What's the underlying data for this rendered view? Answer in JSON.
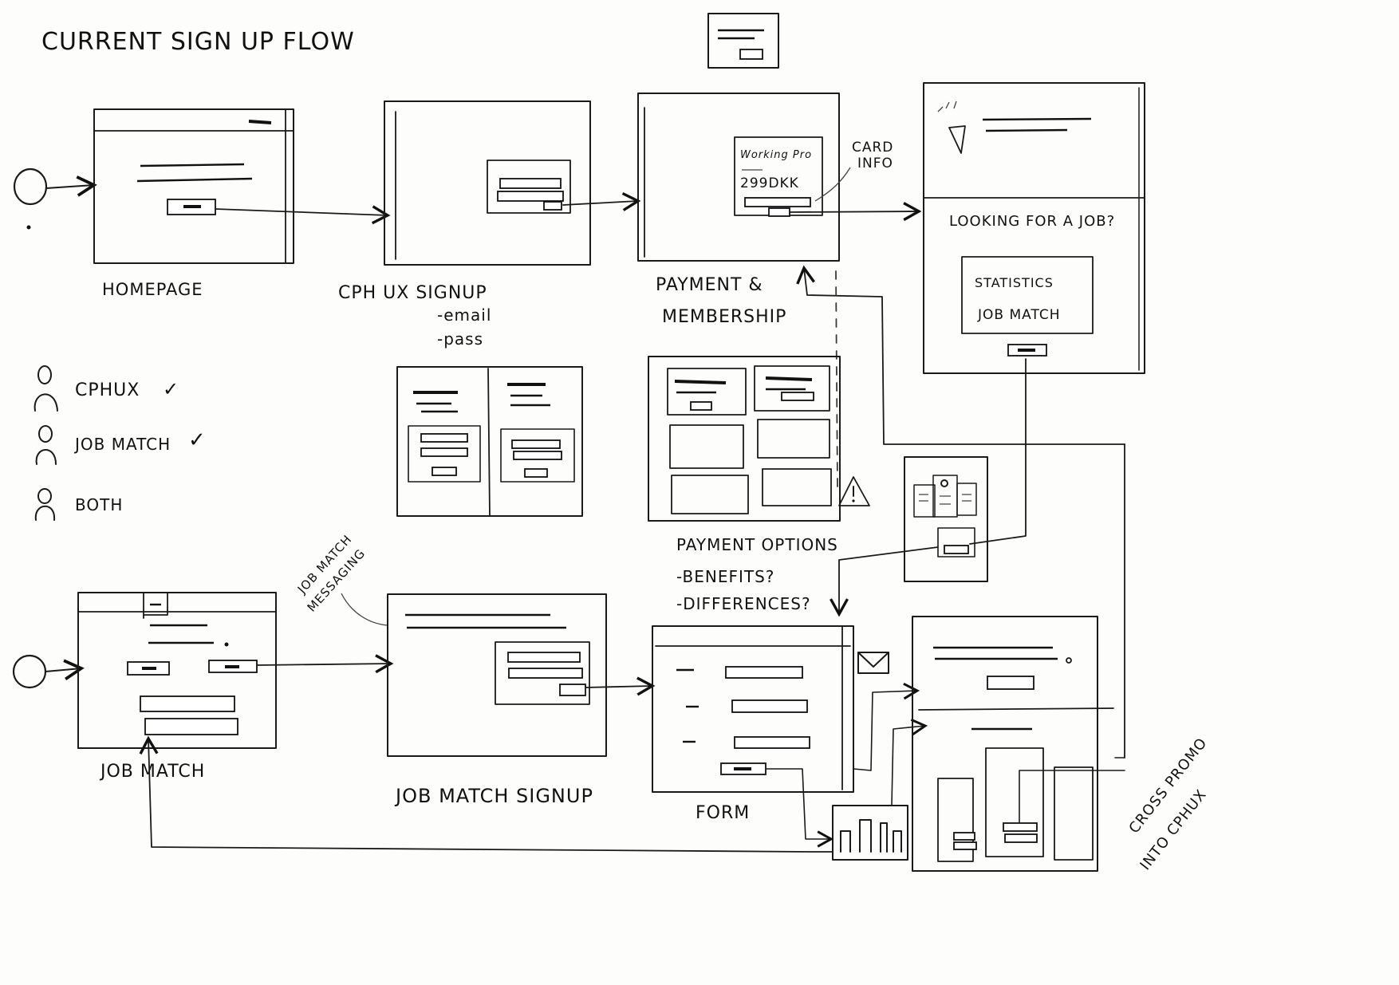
{
  "title": "CURRENT SIGN UP FLOW",
  "screens": {
    "homepage": "HOMEPAGE",
    "cph_ux_signup": "CPH UX SIGNUP",
    "cph_ux_signup_notes": [
      "-email",
      "-pass"
    ],
    "payment_membership_line1": "PAYMENT &",
    "payment_membership_line2": "MEMBERSHIP",
    "payment_card_text1": "Working Pro",
    "payment_card_price": "299DKK",
    "card_info_line1": "CARD",
    "card_info_line2": "INFO",
    "looking_for_job": "LOOKING FOR A JOB?",
    "statistics": "STATISTICS",
    "job_match_stat": "JOB MATCH",
    "payment_options": "PAYMENT OPTIONS",
    "payment_options_notes": [
      "-BENEFITS?",
      "-DIFFERENCES?"
    ],
    "job_match": "JOB MATCH",
    "job_match_messaging_line1": "JOB MATCH",
    "job_match_messaging_line2": "MESSAGING",
    "job_match_signup": "JOB MATCH SIGNUP",
    "form": "FORM",
    "cross_promo_line1": "CROSS PROMO",
    "cross_promo_line2": "INTO CPHUX"
  },
  "legend": [
    {
      "label": "CPHUX",
      "mark": "✓"
    },
    {
      "label": "JOB MATCH",
      "mark": "✓"
    },
    {
      "label": "BOTH",
      "mark": ""
    }
  ]
}
